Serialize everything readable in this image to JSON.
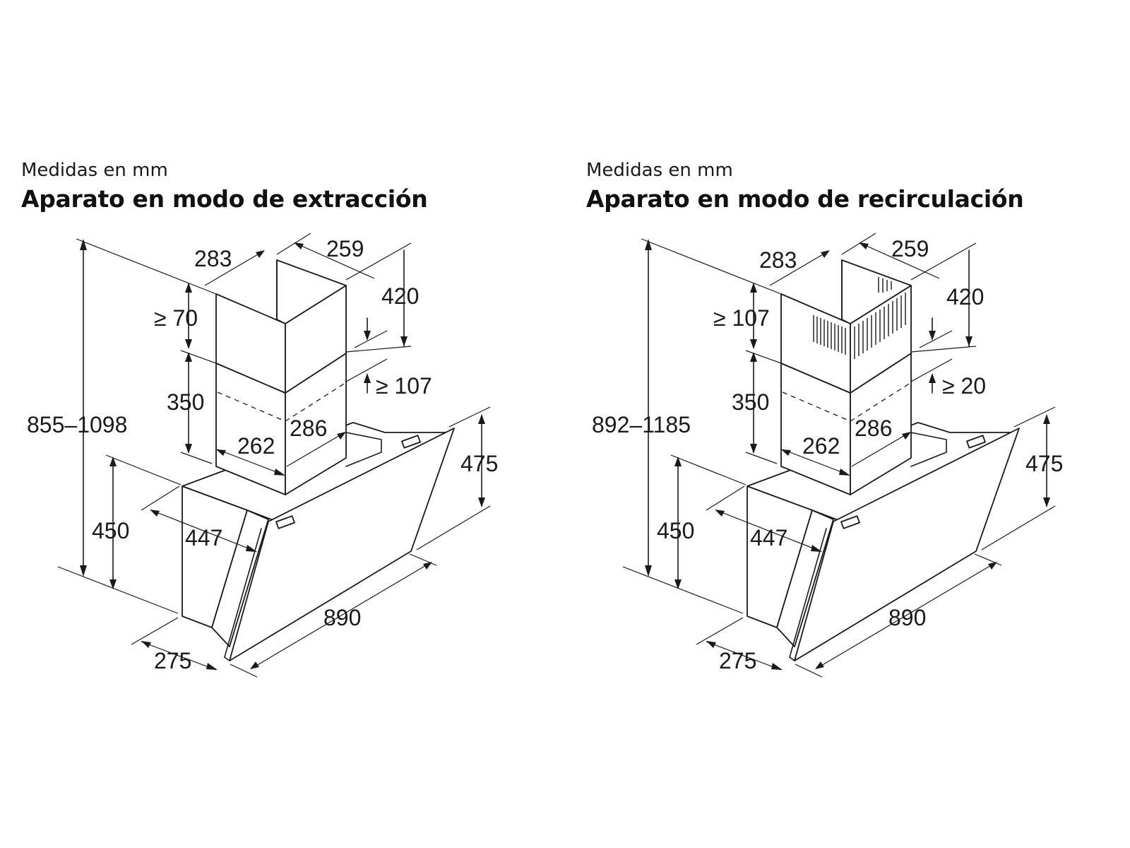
{
  "panels": [
    {
      "mode": "extraction",
      "subtitle": "Medidas en mm",
      "title": "Aparato en modo de extracción",
      "dims": {
        "duct_depth": "283",
        "duct_width": "259",
        "top_gap": "420",
        "upper_min": "≥ 70",
        "overlap_min": "≥ 107",
        "lower_duct": "350",
        "total_height": "855–1098",
        "inner_width": "262",
        "inner_depth": "286",
        "side_height": "475",
        "body_height": "450",
        "body_depth": "447",
        "width": "890",
        "base_depth": "275"
      }
    },
    {
      "mode": "recirculation",
      "subtitle": "Medidas en mm",
      "title": "Aparato en modo de recirculación",
      "dims": {
        "duct_depth": "283",
        "duct_width": "259",
        "top_gap": "420",
        "upper_min": "≥ 107",
        "overlap_min": "≥ 20",
        "lower_duct": "350",
        "total_height": "892–1185",
        "inner_width": "262",
        "inner_depth": "286",
        "side_height": "475",
        "body_height": "450",
        "body_depth": "447",
        "width": "890",
        "base_depth": "275"
      }
    }
  ]
}
